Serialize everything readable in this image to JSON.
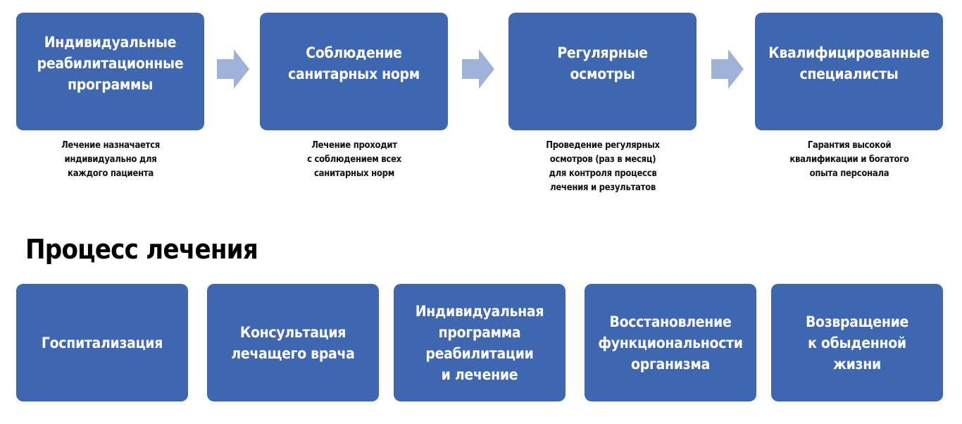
{
  "colors": {
    "box_fill": "#3f67b1",
    "arrow_fill": "#9fb3d9",
    "box_text": "#ffffff",
    "body_text": "#111111"
  },
  "features": [
    {
      "title": "Индивидуальные\nреабилитационные\nпрограммы",
      "description": "Лечение назначается\nиндивидуально для\nкаждого пациента"
    },
    {
      "title": "Соблюдение\nсанитарных норм",
      "description": "Лечение проходит\nс соблюдением всех\nсанитарных норм"
    },
    {
      "title": "Регулярные\nосмотры",
      "description": "Проведение регулярных\nосмотров (раз в месяц)\nдля контроля процессв\nлечения и результатов"
    },
    {
      "title": "Квалифицированные\nспециалисты",
      "description": "Гарантия высокой\nквалификации и богатого\nопыта персонала"
    }
  ],
  "process": {
    "title": "Процесс лечения",
    "steps": [
      "Госпитализация",
      "Консультация\nлечащего врача",
      "Индивидуальная\nпрограмма\nреабилитации\nи лечение",
      "Восстановление\nфункциональности\nорганизма",
      "Возвращение\nк обыденной\nжизни"
    ]
  }
}
